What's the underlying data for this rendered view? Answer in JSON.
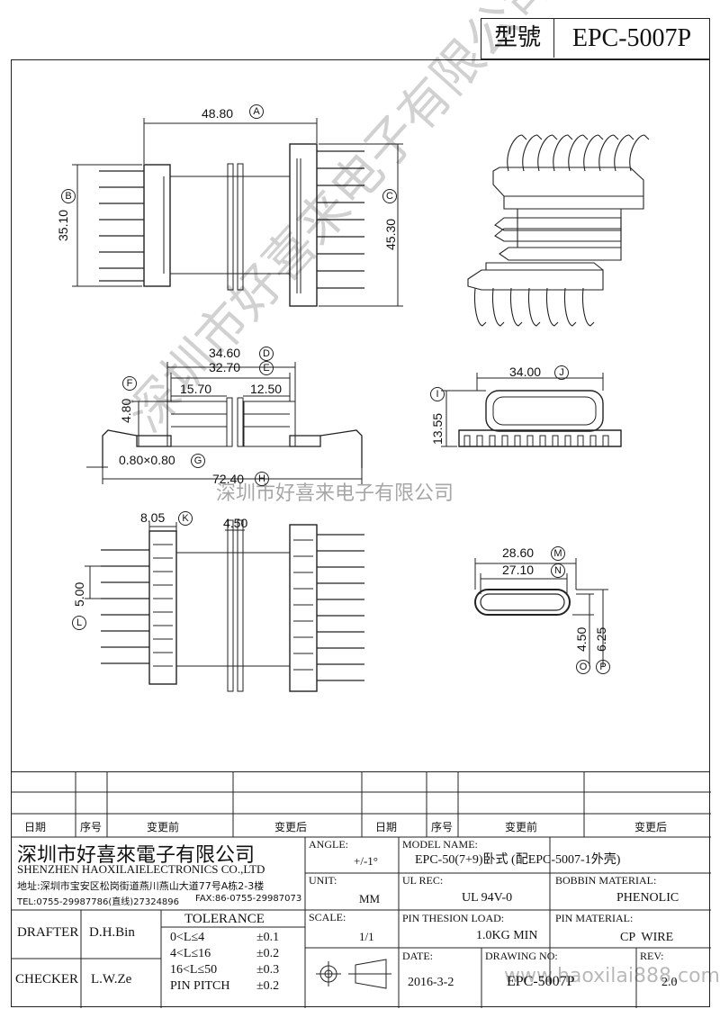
{
  "header": {
    "model_label": "型號",
    "model_value": "EPC-5007P"
  },
  "dims": {
    "A": "48.80",
    "A_mark": "A",
    "B": "35.10",
    "B_mark": "B",
    "C": "45.30",
    "C_mark": "C",
    "D": "34.60",
    "D_mark": "D",
    "E": "32.70",
    "E_mark": "E",
    "F": "4.80",
    "F_mark": "F",
    "G": "0.80×0.80",
    "G_mark": "G",
    "H": "72.40",
    "H_mark": "H",
    "I": "13.55",
    "I_mark": "I",
    "J": "34.00",
    "J_mark": "J",
    "K": "8.05",
    "K_mark": "K",
    "L": "5.00",
    "L_mark": "L",
    "M": "28.60",
    "M_mark": "M",
    "N": "27.10",
    "N_mark": "N",
    "O": "4.50",
    "O_mark": "O",
    "P": "6.25",
    "P_mark": "P",
    "s1": "15.70",
    "s2": "12.50",
    "s3": "4.50"
  },
  "watermark": {
    "diag": "深圳市好喜来电子有限公司",
    "horiz": "深圳市好喜来电子有限公司",
    "site": "www.haoxilai888.com"
  },
  "revision_header": {
    "date": "日期",
    "seq": "序号",
    "before": "变更前",
    "after": "变更后",
    "date2": "日期",
    "seq2": "序号",
    "before2": "变更前",
    "after2": "变更后"
  },
  "company": {
    "name_cn": "深圳市好喜來電子有限公司",
    "name_en": "SHENZHEN HAOXILAIELECTRONICS CO.,LTD",
    "address": "地址:深圳市宝安区松岗街道燕川燕山大道77号A栋2-3楼",
    "tel": "TEL:0755-29987786(直线)27324896",
    "fax": "FAX:86-0755-29987073"
  },
  "people": {
    "drafter_label": "DRAFTER",
    "drafter": "D.H.Bin",
    "checker_label": "CHECKER",
    "checker": "L.W.Ze"
  },
  "tolerance": {
    "title": "TOLERANCE",
    "rows": [
      {
        "range": "0<L≤4",
        "tol": "±0.1"
      },
      {
        "range": "4<L≤16",
        "tol": "±0.2"
      },
      {
        "range": "16<L≤50",
        "tol": "±0.3"
      },
      {
        "range": "PIN PITCH",
        "tol": "±0.2"
      }
    ]
  },
  "specs": {
    "angle_label": "ANGLE:",
    "angle": "+/-1°",
    "unit_label": "UNIT:",
    "unit": "MM",
    "scale_label": "SCALE:",
    "scale": "1/1",
    "model_name_label": "MODEL NAME:",
    "model_name": "EPC-50(7+9)卧式 (配EPC-5007-1外壳)",
    "ul_label": "UL REC:",
    "ul": "UL 94V-0",
    "bobbin_label": "BOBBIN MATERIAL:",
    "bobbin": "PHENOLIC",
    "pin_load_label": "PIN THESION LOAD:",
    "pin_load": "1.0KG MIN",
    "pin_mat_label": "PIN MATERIAL:",
    "pin_mat": "CP  WIRE",
    "date_label": "DATE:",
    "date": "2016-3-2",
    "drawing_label": "DRAWING NO:",
    "drawing": "EPC-5007P",
    "rev_label": "REV:",
    "rev": "2.0"
  }
}
